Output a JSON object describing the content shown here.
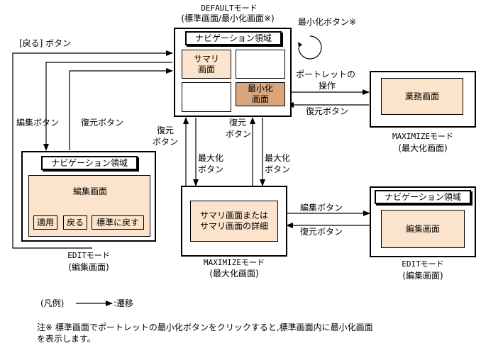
{
  "default_mode": {
    "title": "DEFAULTモード",
    "subtitle": "(標準画面/最小化画面※)",
    "nav": "ナビゲーション領域",
    "summary_l1": "サマリ",
    "summary_l2": "画面",
    "minimize_l1": "最小化",
    "minimize_l2": "画面",
    "minimize_button_label": "最小化ボタン※"
  },
  "maximize_right": {
    "content": "業務画面",
    "mode": "MAXIMIZEモード",
    "sub": "(最大化画面)"
  },
  "maximize_center": {
    "content_l1": "サマリ画面または",
    "content_l2": "サマリ画面の詳細",
    "mode": "MAXIMIZEモード",
    "sub": "(最大化画面)"
  },
  "edit_left": {
    "nav": "ナビゲーション領域",
    "content": "編集画面",
    "apply": "適用",
    "back": "戻る",
    "reset": "標準に戻す",
    "mode": "EDITモード",
    "sub": "(編集画面)"
  },
  "edit_right": {
    "nav": "ナビゲーション領域",
    "content": "編集画面",
    "mode": "EDITモード",
    "sub": "(編集画面)"
  },
  "arrows": {
    "back_button": "[戻る] ボタン",
    "edit_button_left": "編集ボタン",
    "restore_button_left": "復元ボタン",
    "portlet_op_l1": "ポートレットの",
    "portlet_op_l2": "操作",
    "restore_right_top": "復元ボタン",
    "restore_mid_l1": "復元",
    "restore_mid_l2": "ボタン",
    "restore_mid2_l1": "復元",
    "restore_mid2_l2": "ボタン",
    "maximize_a_l1": "最大化",
    "maximize_a_l2": "ボタン",
    "maximize_b_l1": "最大化",
    "maximize_b_l2": "ボタン",
    "edit_button_right": "編集ボタン",
    "restore_button_right": "復元ボタン"
  },
  "legend": {
    "prefix": "(凡例)",
    "suffix": ":遷移"
  },
  "note": {
    "line1": "注※  標準画面でポートレットの最小化ボタンをクリックすると,標準画面内に最小化画面",
    "line2": "を表示します。"
  }
}
